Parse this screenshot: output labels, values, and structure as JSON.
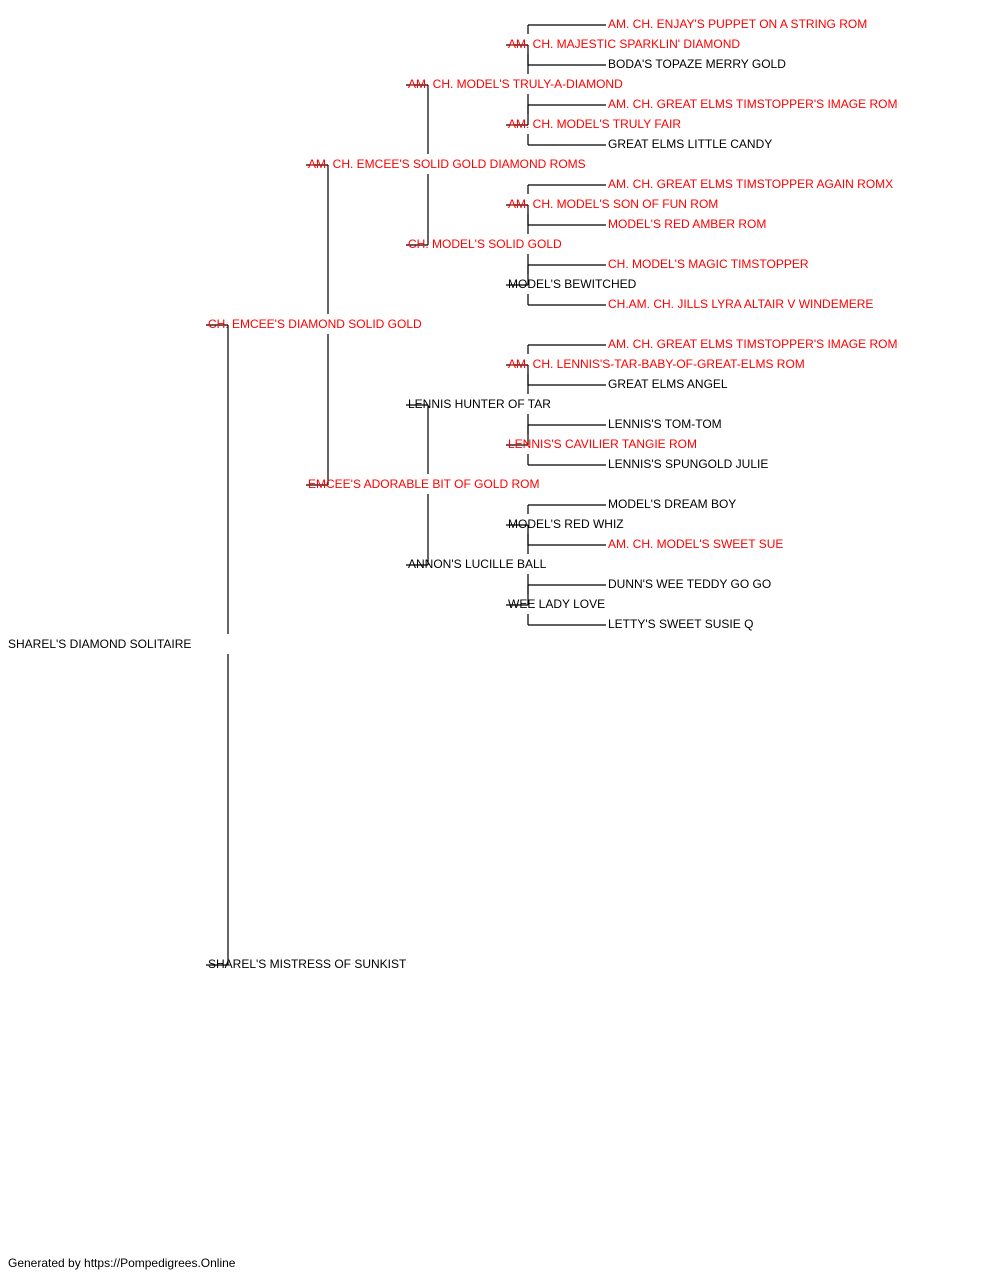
{
  "colors": {
    "champion": "#ff0000",
    "regular": "#000000",
    "line": "#000000"
  },
  "pedigree": {
    "subject": {
      "name": "SHAREL'S DIAMOND SOLITAIRE",
      "champion": false
    },
    "sire": {
      "name": "CH. EMCEE'S DIAMOND SOLID GOLD",
      "champion": true
    },
    "dam": {
      "name": "SHAREL'S MISTRESS OF SUNKIST",
      "champion": false
    },
    "s_s": {
      "name": "AM. CH. EMCEE'S SOLID GOLD DIAMOND ROMS",
      "champion": true
    },
    "s_d": {
      "name": "EMCEE'S ADORABLE BIT OF GOLD ROM",
      "champion": true
    },
    "s_s_s": {
      "name": "AM. CH. MODEL'S TRULY-A-DIAMOND",
      "champion": true
    },
    "s_s_d": {
      "name": "CH. MODEL'S SOLID GOLD",
      "champion": true
    },
    "s_d_s": {
      "name": "LENNIS HUNTER OF TAR",
      "champion": false
    },
    "s_d_d": {
      "name": "ANNON'S LUCILLE BALL",
      "champion": false
    },
    "s_s_s_s": {
      "name": "AM. CH. MAJESTIC SPARKLIN' DIAMOND",
      "champion": true
    },
    "s_s_s_d": {
      "name": "AM. CH. MODEL'S TRULY FAIR",
      "champion": true
    },
    "s_s_d_s": {
      "name": "AM. CH. MODEL'S SON OF FUN ROM",
      "champion": true
    },
    "s_s_d_d": {
      "name": "MODEL'S BEWITCHED",
      "champion": false
    },
    "s_d_s_s": {
      "name": "AM. CH. LENNIS'S-TAR-BABY-OF-GREAT-ELMS ROM",
      "champion": true
    },
    "s_d_s_d": {
      "name": "LENNIS'S CAVILIER TANGIE ROM",
      "champion": true
    },
    "s_d_d_s": {
      "name": "MODEL'S RED WHIZ",
      "champion": false
    },
    "s_d_d_d": {
      "name": "WEE LADY LOVE",
      "champion": false
    },
    "g5_01": {
      "name": "AM. CH. ENJAY'S PUPPET ON A STRING ROM",
      "champion": true
    },
    "g5_02": {
      "name": "BODA'S TOPAZE MERRY GOLD",
      "champion": false
    },
    "g5_03": {
      "name": "AM. CH. GREAT ELMS TIMSTOPPER'S IMAGE ROM",
      "champion": true
    },
    "g5_04": {
      "name": "GREAT ELMS LITTLE CANDY",
      "champion": false
    },
    "g5_05": {
      "name": "AM. CH. GREAT ELMS TIMSTOPPER AGAIN ROMX",
      "champion": true
    },
    "g5_06": {
      "name": "MODEL'S RED AMBER ROM",
      "champion": true
    },
    "g5_07": {
      "name": "CH. MODEL'S MAGIC TIMSTOPPER",
      "champion": true
    },
    "g5_08": {
      "name": "CH.AM. CH. JILLS LYRA ALTAIR V WINDEMERE",
      "champion": true
    },
    "g5_09": {
      "name": "AM. CH. GREAT ELMS TIMSTOPPER'S IMAGE ROM",
      "champion": true
    },
    "g5_10": {
      "name": "GREAT ELMS ANGEL",
      "champion": false
    },
    "g5_11": {
      "name": "LENNIS'S TOM-TOM",
      "champion": false
    },
    "g5_12": {
      "name": "LENNIS'S SPUNGOLD JULIE",
      "champion": false
    },
    "g5_13": {
      "name": "MODEL'S DREAM BOY",
      "champion": false
    },
    "g5_14": {
      "name": "AM. CH. MODEL'S SWEET SUE",
      "champion": true
    },
    "g5_15": {
      "name": "DUNN'S WEE TEDDY GO GO",
      "champion": false
    },
    "g5_16": {
      "name": "LETTY'S SWEET SUSIE Q",
      "champion": false
    }
  },
  "footer": {
    "text": "Generated by https://Pompedigrees.Online"
  }
}
